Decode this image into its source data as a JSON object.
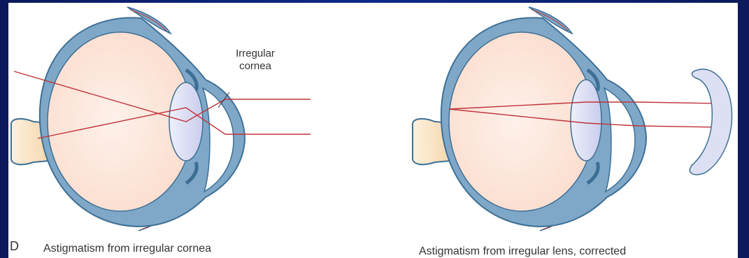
{
  "panel_letter": "D",
  "left_diagram": {
    "caption": "Astigmatism from irregular cornea",
    "callout_line1": "Irregular",
    "callout_line2": "cornea"
  },
  "right_diagram": {
    "caption": "Astigmatism from irregular lens, corrected"
  },
  "colors": {
    "background": "#0f2a8a",
    "sclera": "#7fa8c8",
    "sclera_stroke": "#3d6f95",
    "vitreous": "#fde8dc",
    "lens": "#dde0f3",
    "ray": "#c0343a",
    "optic_nerve": "#fbe3c4"
  }
}
